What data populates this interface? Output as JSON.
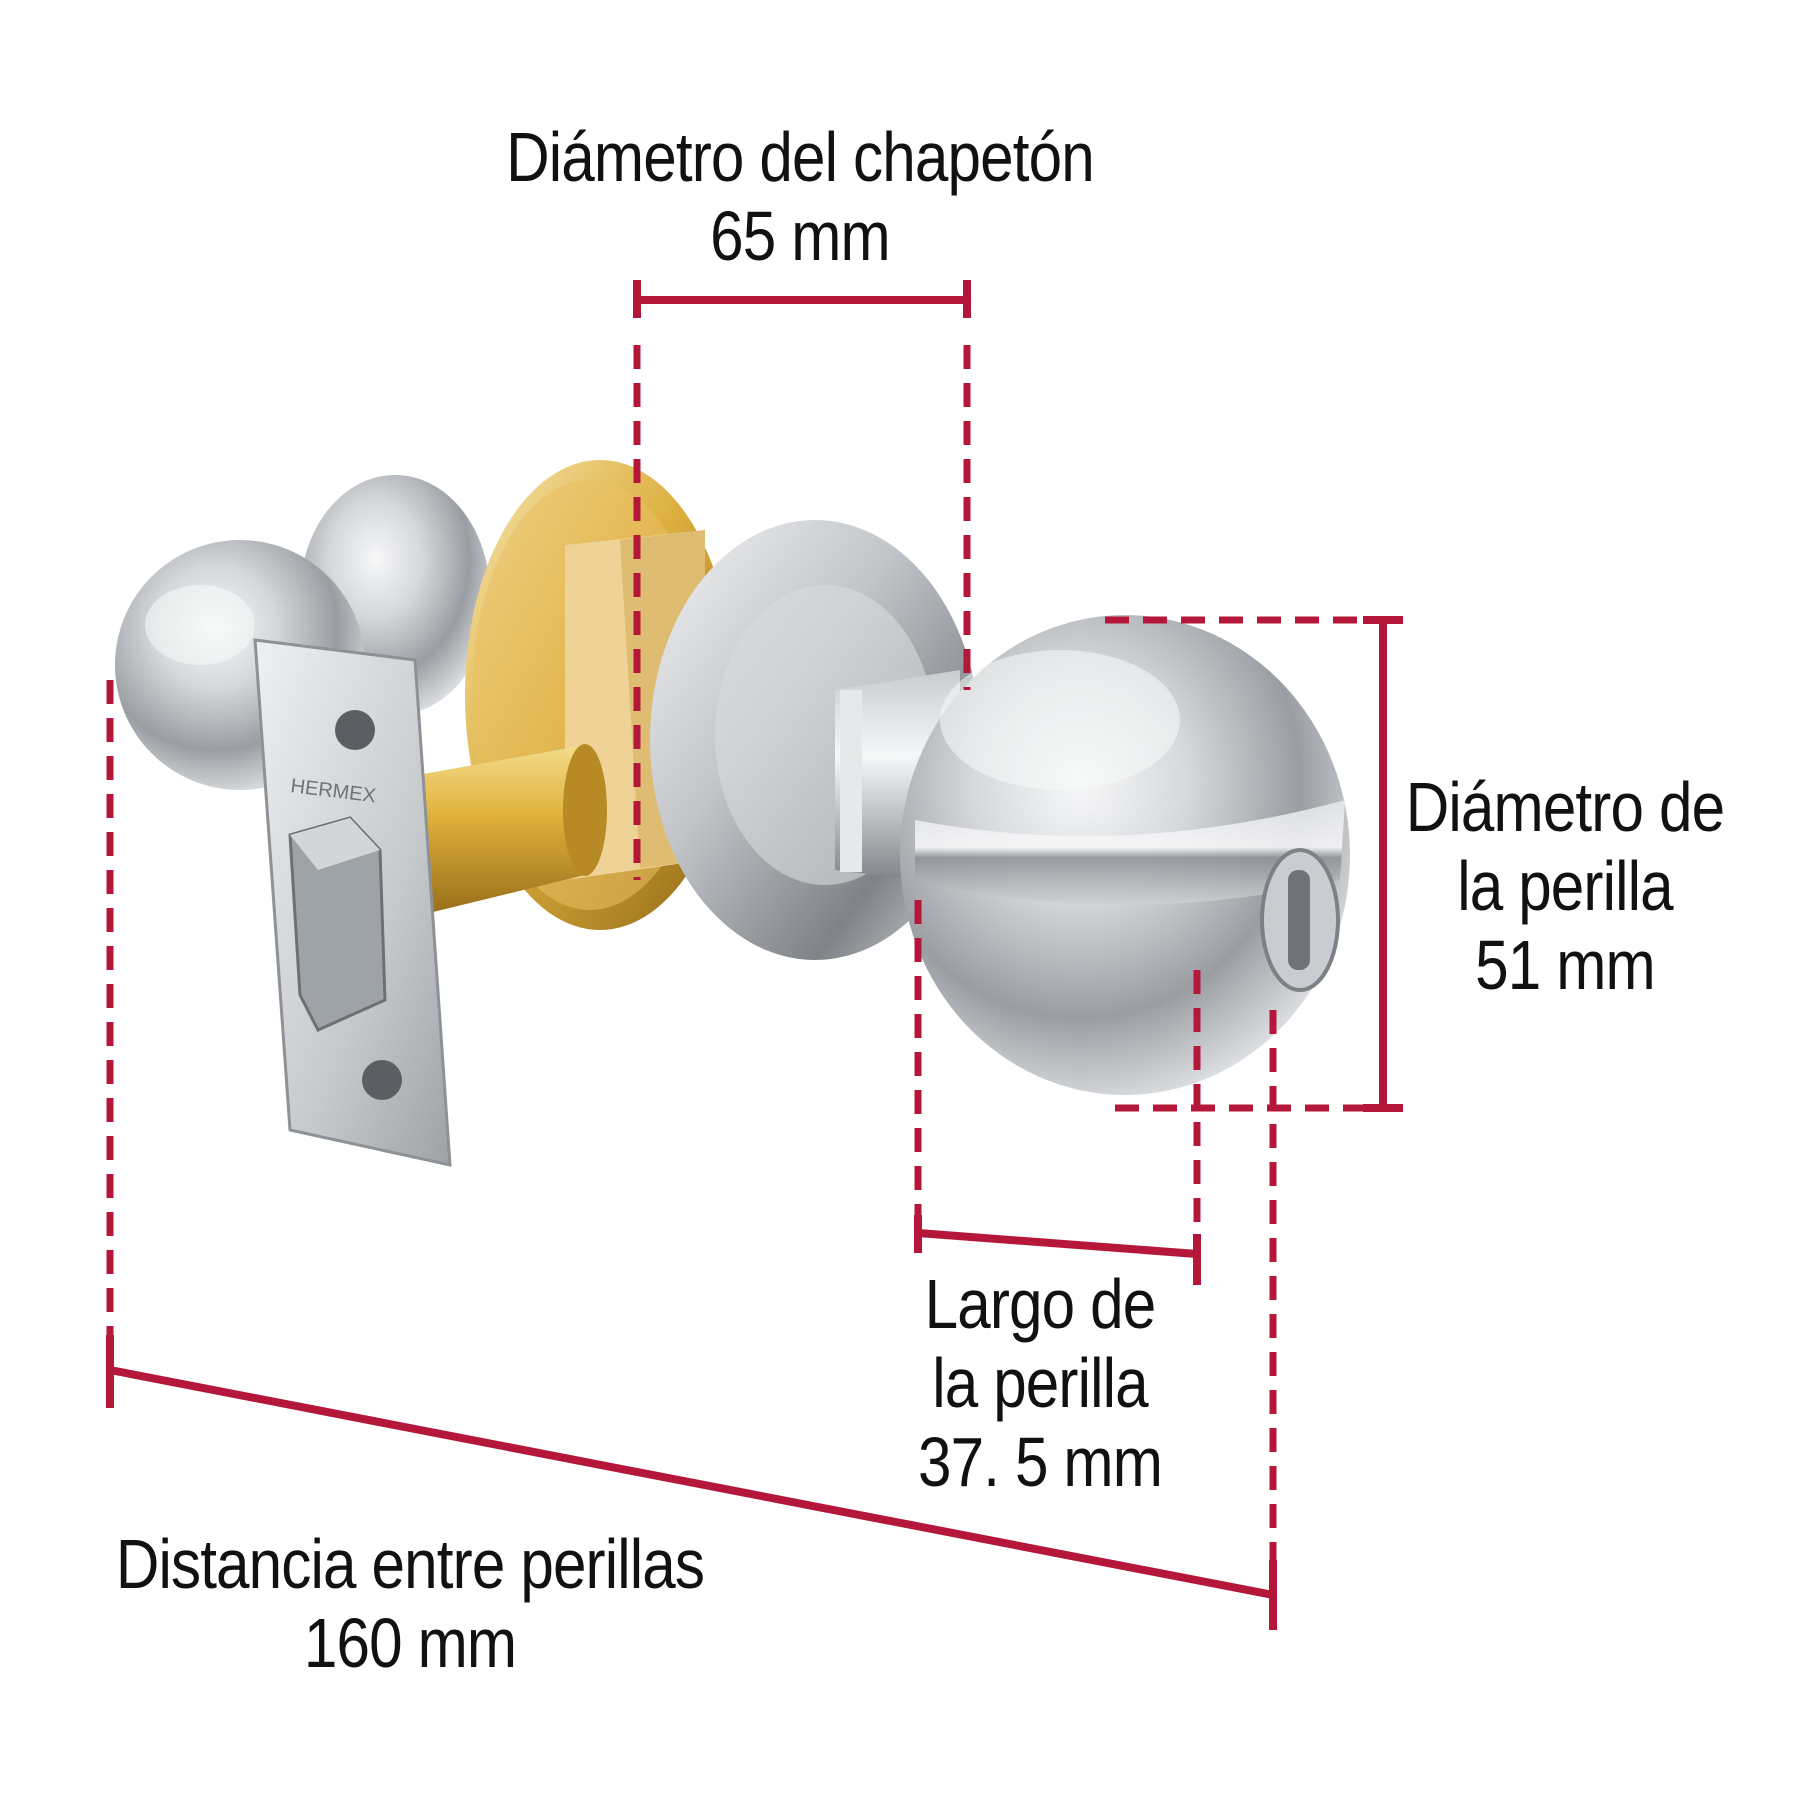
{
  "colors": {
    "dimension_line": "#b5173a",
    "steel_light": "#eeeff1",
    "steel_mid": "#b9bcc0",
    "steel_dark": "#6e7276",
    "brass_light": "#f4e1a2",
    "brass_mid": "#d9a833",
    "brass_dark": "#8a6414"
  },
  "dimensions": {
    "chapeton": {
      "title": "Diámetro del chapetón",
      "value": "65 mm"
    },
    "diametro_perilla": {
      "line1": "Diámetro de",
      "line2": "la perilla",
      "value": "51 mm"
    },
    "largo_perilla": {
      "line1": "Largo de",
      "line2": "la perilla",
      "value": "37. 5 mm"
    },
    "distancia": {
      "title": "Distancia entre perillas",
      "value": "160 mm"
    }
  },
  "product": {
    "brand_mark": "HERMEX",
    "description": "door-knob-lock"
  }
}
